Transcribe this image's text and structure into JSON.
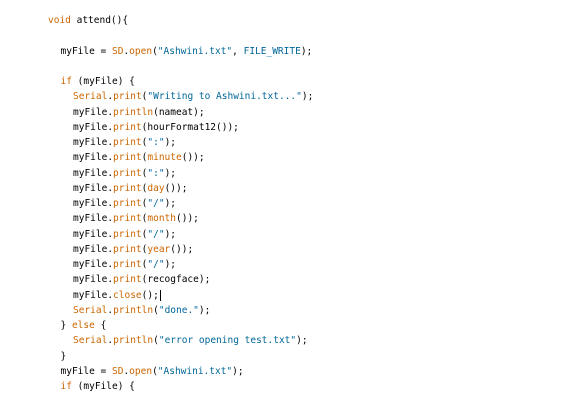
{
  "colors": {
    "keyword": "#cc6600",
    "constant": "#006699",
    "string": "#006699",
    "text": "#000000",
    "background": "#ffffff"
  },
  "code_lines": [
    {
      "indent": 0,
      "tokens": [
        {
          "t": "void",
          "c": "keyword"
        },
        {
          "t": " attend(){",
          "c": "text"
        }
      ]
    },
    {
      "indent": 0,
      "tokens": []
    },
    {
      "indent": 1,
      "tokens": [
        {
          "t": "myFile = ",
          "c": "text"
        },
        {
          "t": "SD",
          "c": "keyword"
        },
        {
          "t": ".",
          "c": "text"
        },
        {
          "t": "open",
          "c": "keyword"
        },
        {
          "t": "(",
          "c": "text"
        },
        {
          "t": "\"Ashwini.txt\"",
          "c": "string"
        },
        {
          "t": ", ",
          "c": "text"
        },
        {
          "t": "FILE_WRITE",
          "c": "constant"
        },
        {
          "t": ");",
          "c": "text"
        }
      ]
    },
    {
      "indent": 0,
      "tokens": []
    },
    {
      "indent": 1,
      "tokens": [
        {
          "t": "if",
          "c": "keyword"
        },
        {
          "t": " (myFile) {",
          "c": "text"
        }
      ]
    },
    {
      "indent": 2,
      "tokens": [
        {
          "t": "Serial",
          "c": "keyword"
        },
        {
          "t": ".",
          "c": "text"
        },
        {
          "t": "print",
          "c": "keyword"
        },
        {
          "t": "(",
          "c": "text"
        },
        {
          "t": "\"Writing to Ashwini.txt...\"",
          "c": "string"
        },
        {
          "t": ");",
          "c": "text"
        }
      ]
    },
    {
      "indent": 2,
      "tokens": [
        {
          "t": "myFile.",
          "c": "text"
        },
        {
          "t": "println",
          "c": "keyword"
        },
        {
          "t": "(nameat);",
          "c": "text"
        }
      ]
    },
    {
      "indent": 2,
      "tokens": [
        {
          "t": "myFile.",
          "c": "text"
        },
        {
          "t": "print",
          "c": "keyword"
        },
        {
          "t": "(hourFormat12());",
          "c": "text"
        }
      ]
    },
    {
      "indent": 2,
      "tokens": [
        {
          "t": "myFile.",
          "c": "text"
        },
        {
          "t": "print",
          "c": "keyword"
        },
        {
          "t": "(",
          "c": "text"
        },
        {
          "t": "\":\"",
          "c": "string"
        },
        {
          "t": ");",
          "c": "text"
        }
      ]
    },
    {
      "indent": 2,
      "tokens": [
        {
          "t": "myFile.",
          "c": "text"
        },
        {
          "t": "print",
          "c": "keyword"
        },
        {
          "t": "(",
          "c": "text"
        },
        {
          "t": "minute",
          "c": "keyword"
        },
        {
          "t": "());",
          "c": "text"
        }
      ]
    },
    {
      "indent": 2,
      "tokens": [
        {
          "t": "myFile.",
          "c": "text"
        },
        {
          "t": "print",
          "c": "keyword"
        },
        {
          "t": "(",
          "c": "text"
        },
        {
          "t": "\":\"",
          "c": "string"
        },
        {
          "t": ");",
          "c": "text"
        }
      ]
    },
    {
      "indent": 2,
      "tokens": [
        {
          "t": "myFile.",
          "c": "text"
        },
        {
          "t": "print",
          "c": "keyword"
        },
        {
          "t": "(",
          "c": "text"
        },
        {
          "t": "day",
          "c": "keyword"
        },
        {
          "t": "());",
          "c": "text"
        }
      ]
    },
    {
      "indent": 2,
      "tokens": [
        {
          "t": "myFile.",
          "c": "text"
        },
        {
          "t": "print",
          "c": "keyword"
        },
        {
          "t": "(",
          "c": "text"
        },
        {
          "t": "\"/\"",
          "c": "string"
        },
        {
          "t": ");",
          "c": "text"
        }
      ]
    },
    {
      "indent": 2,
      "tokens": [
        {
          "t": "myFile.",
          "c": "text"
        },
        {
          "t": "print",
          "c": "keyword"
        },
        {
          "t": "(",
          "c": "text"
        },
        {
          "t": "month",
          "c": "keyword"
        },
        {
          "t": "());",
          "c": "text"
        }
      ]
    },
    {
      "indent": 2,
      "tokens": [
        {
          "t": "myFile.",
          "c": "text"
        },
        {
          "t": "print",
          "c": "keyword"
        },
        {
          "t": "(",
          "c": "text"
        },
        {
          "t": "\"/\"",
          "c": "string"
        },
        {
          "t": ");",
          "c": "text"
        }
      ]
    },
    {
      "indent": 2,
      "tokens": [
        {
          "t": "myFile.",
          "c": "text"
        },
        {
          "t": "print",
          "c": "keyword"
        },
        {
          "t": "(",
          "c": "text"
        },
        {
          "t": "year",
          "c": "keyword"
        },
        {
          "t": "());",
          "c": "text"
        }
      ]
    },
    {
      "indent": 2,
      "tokens": [
        {
          "t": "myFile.",
          "c": "text"
        },
        {
          "t": "print",
          "c": "keyword"
        },
        {
          "t": "(",
          "c": "text"
        },
        {
          "t": "\"/\"",
          "c": "string"
        },
        {
          "t": ");",
          "c": "text"
        }
      ]
    },
    {
      "indent": 2,
      "tokens": [
        {
          "t": "myFile.",
          "c": "text"
        },
        {
          "t": "print",
          "c": "keyword"
        },
        {
          "t": "(recogface);",
          "c": "text"
        }
      ]
    },
    {
      "indent": 2,
      "tokens": [
        {
          "t": "myFile.",
          "c": "text"
        },
        {
          "t": "close",
          "c": "keyword"
        },
        {
          "t": "();",
          "c": "text"
        }
      ],
      "cursor": true
    },
    {
      "indent": 2,
      "tokens": [
        {
          "t": "Serial",
          "c": "keyword"
        },
        {
          "t": ".",
          "c": "text"
        },
        {
          "t": "println",
          "c": "keyword"
        },
        {
          "t": "(",
          "c": "text"
        },
        {
          "t": "\"done.\"",
          "c": "string"
        },
        {
          "t": ");",
          "c": "text"
        }
      ]
    },
    {
      "indent": 1,
      "tokens": [
        {
          "t": "} ",
          "c": "text"
        },
        {
          "t": "else",
          "c": "keyword"
        },
        {
          "t": " {",
          "c": "text"
        }
      ]
    },
    {
      "indent": 2,
      "tokens": [
        {
          "t": "Serial",
          "c": "keyword"
        },
        {
          "t": ".",
          "c": "text"
        },
        {
          "t": "println",
          "c": "keyword"
        },
        {
          "t": "(",
          "c": "text"
        },
        {
          "t": "\"error opening test.txt\"",
          "c": "string"
        },
        {
          "t": ");",
          "c": "text"
        }
      ]
    },
    {
      "indent": 1,
      "tokens": [
        {
          "t": "}",
          "c": "text"
        }
      ]
    },
    {
      "indent": 1,
      "tokens": [
        {
          "t": "myFile = ",
          "c": "text"
        },
        {
          "t": "SD",
          "c": "keyword"
        },
        {
          "t": ".",
          "c": "text"
        },
        {
          "t": "open",
          "c": "keyword"
        },
        {
          "t": "(",
          "c": "text"
        },
        {
          "t": "\"Ashwini.txt\"",
          "c": "string"
        },
        {
          "t": ");",
          "c": "text"
        }
      ]
    },
    {
      "indent": 1,
      "tokens": [
        {
          "t": "if",
          "c": "keyword"
        },
        {
          "t": " (myFile) {",
          "c": "text"
        }
      ]
    }
  ]
}
